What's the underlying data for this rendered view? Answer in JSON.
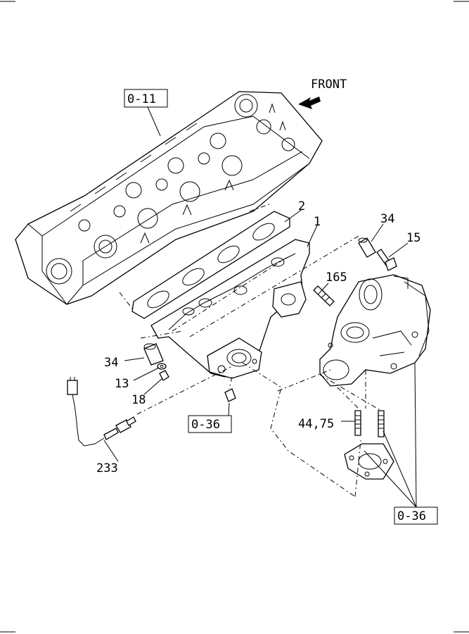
{
  "direction_label": "FRONT",
  "refs": {
    "cylinder_head": "0-11",
    "manifold_nut": "0-36",
    "turbo_studs": "0-36"
  },
  "parts": {
    "manifold": "1",
    "gasket": "2",
    "spacer_top": "34",
    "spacer_left": "34",
    "bolt": "15",
    "stud": "165",
    "washer": "13",
    "nut": "18",
    "turbo_studs": "44,75",
    "sensor": "233"
  }
}
